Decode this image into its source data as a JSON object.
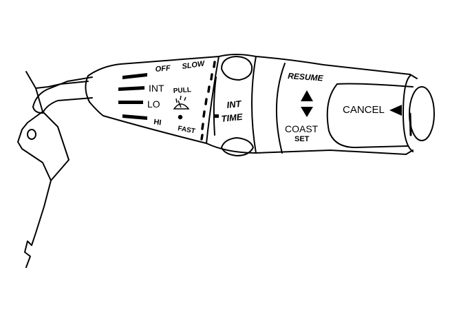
{
  "wiper": {
    "positions": {
      "off": "OFF",
      "int": "INT",
      "lo": "LO",
      "hi": "HI"
    },
    "speed": {
      "slow": "SLOW",
      "fast": "FAST",
      "pull": "PULL"
    },
    "int_time": {
      "line1": "INT",
      "line2": "TIME"
    }
  },
  "cruise": {
    "resume": "RESUME",
    "coast": "COAST",
    "set": "SET",
    "cancel": "CANCEL"
  },
  "icons": {
    "washer": "washer-icon",
    "up_arrow": "up-triangle-icon",
    "down_arrow": "down-triangle-icon",
    "cancel_arrow": "left-triangle-icon"
  },
  "colors": {
    "line": "#000000",
    "background": "#ffffff"
  }
}
